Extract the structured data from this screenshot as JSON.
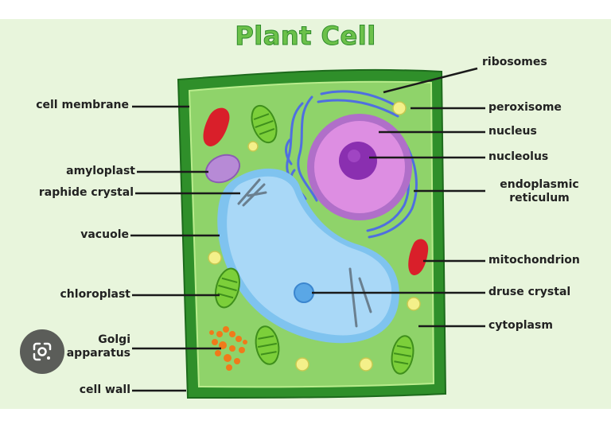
{
  "diagram": {
    "title": "Plant Cell",
    "labels": {
      "ribosomes": "ribosomes",
      "peroxisome": "peroxisome",
      "nucleus": "nucleus",
      "nucleolus": "nucleolus",
      "endoplasmic_reticulum": "endoplasmic\nreticulum",
      "mitochondrion": "mitochondrion",
      "druse_crystal": "druse crystal",
      "cytoplasm": "cytoplasm",
      "cell_membrane": "cell membrane",
      "amyloplast": "amyloplast",
      "raphide_crystal": "raphide crystal",
      "vacuole": "vacuole",
      "chloroplast": "chloroplast",
      "golgi_apparatus": "Golgi\napparatus",
      "cell_wall": "cell wall"
    }
  },
  "colors": {
    "background": "#e8f5dc",
    "cell_wall": "#2f8f2a",
    "cytoplasm": "#8fd36a",
    "vacuole": "#a9d8f7",
    "nucleus": "#d27ed9",
    "nucleolus": "#8a2fb0",
    "chloroplast": "#7ccf3a",
    "mitochondrion": "#d91f2a",
    "endoplasmic_reticulum": "#4f6fe0",
    "golgi": "#f07a1a",
    "amyloplast": "#b78ad6",
    "title": "#6cc14a"
  },
  "overlay": {
    "icon": "google-lens-icon"
  }
}
